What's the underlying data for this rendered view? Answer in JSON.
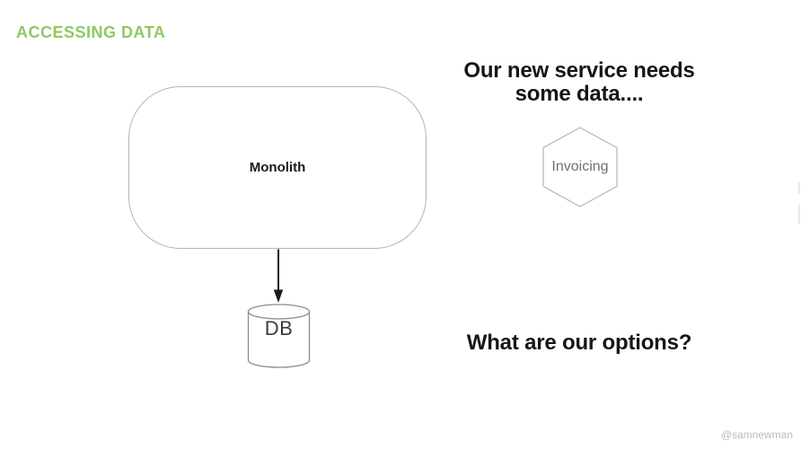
{
  "slide": {
    "title": "ACCESSING DATA"
  },
  "diagram": {
    "monolith_label": "Monolith",
    "db_label": "DB"
  },
  "right_panel": {
    "heading_line1": "Our new service needs",
    "heading_line2": "some data....",
    "hexagon_label": "Invoicing",
    "question": "What are our options?"
  },
  "footer": {
    "watermark": "@samnewman"
  },
  "colors": {
    "title_green": "#8dc963",
    "text_black": "#161616",
    "shape_border": "#b5b5b5",
    "db_stroke": "#8a8a8a",
    "db_text": "#3a3a3a",
    "hex_text": "#6f6f6f",
    "watermark_gray": "#bcbcbc",
    "arrow_color": "#1b1b1b",
    "background": "#ffffff"
  }
}
